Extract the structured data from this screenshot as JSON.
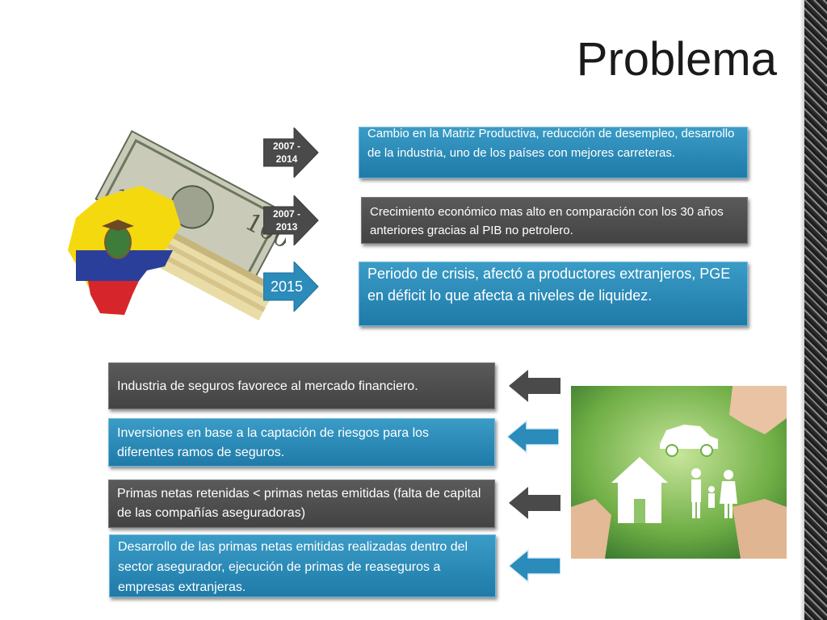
{
  "title": "Problema",
  "timeline": [
    {
      "label": "2007 -\n2014",
      "text": "Cambio en la Matriz Productiva, reducción de desempleo, desarrollo de la industria, uno de los países con mejores carreteras."
    },
    {
      "label": "2007 -\n2013",
      "text": "Crecimiento económico mas alto en comparación con los 30 años anteriores gracias al PIB no petrolero."
    },
    {
      "label": "2015",
      "text": "Periodo de crisis,  afectó a productores extranjeros, PGE en déficit  lo que afecta a niveles de liquidez."
    }
  ],
  "findings": [
    {
      "text": "Industria de seguros favorece al mercado financiero."
    },
    {
      "text": "Inversiones  en base a la captación de riesgos para los diferentes ramos de seguros."
    },
    {
      "text": "Primas netas retenidas < primas netas emitidas (falta de capital de las compañías aseguradoras)"
    },
    {
      "text": "Desarrollo de las primas netas emitidas realizadas dentro del sector asegurador, ejecución de primas de reaseguros a empresas extranjeras."
    }
  ],
  "colors": {
    "blue": "#2b8bbb",
    "gray": "#4d4d4d"
  }
}
